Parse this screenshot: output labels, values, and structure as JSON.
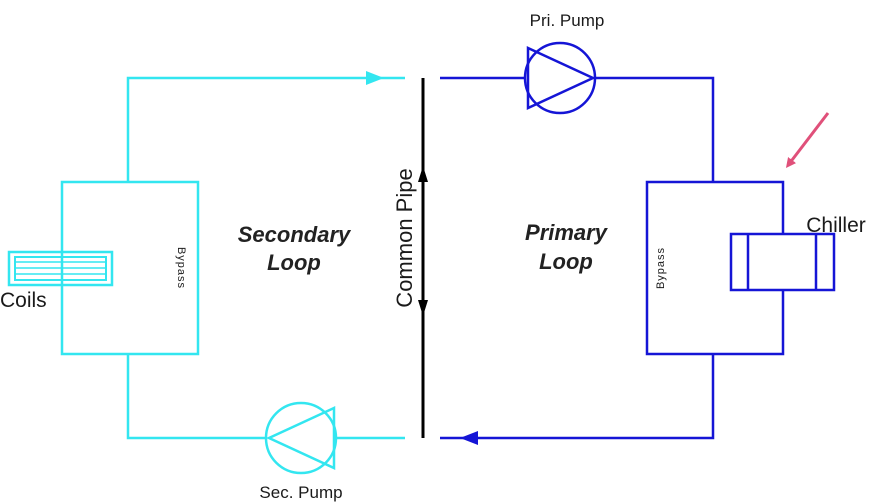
{
  "labels": {
    "pri_pump": "Pri. Pump",
    "sec_pump": "Sec. Pump",
    "chiller": "Chiller",
    "coils": "Coils",
    "common_pipe": "Common Pipe",
    "bypass_left": "Bypass",
    "bypass_right": "Bypass",
    "secondary_loop": [
      "Secondary",
      "Loop"
    ],
    "primary_loop": [
      "Primary",
      "Loop"
    ]
  },
  "colors": {
    "secondary": "#33E6F0",
    "primary": "#1515D6",
    "common_pipe": "#000000",
    "pointer_arrow": "#E0507A",
    "text": "#1a1a1a"
  }
}
